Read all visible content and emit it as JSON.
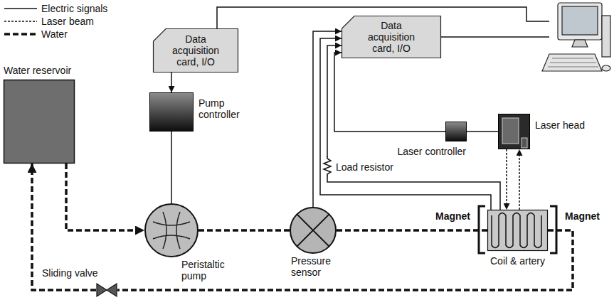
{
  "diagram": {
    "nodes": [
      {
        "text": [
          "Data acquisition card, I/O"
        ]
      },
      {
        "text": [
          "Data acquisition card, I/O"
        ]
      },
      {
        "text": [
          "Pump controller"
        ]
      },
      {
        "text": [
          "Water reservoir"
        ]
      },
      {
        "text": [
          "Peristaltic pump"
        ]
      },
      {
        "text": [
          "Pressure sensor"
        ]
      },
      {
        "text": [
          "Laser head"
        ]
      },
      {
        "text": [
          "Laser controller"
        ]
      },
      {
        "text": [
          "Coil & artery"
        ]
      },
      {
        "text": [
          "Sliding valve"
        ]
      }
    ],
    "edges": [
      {
        "from": 0,
        "to": 2,
        "arrow": "to"
      },
      {
        "from": 2,
        "to": 4,
        "arrow": "none"
      },
      {
        "from": 3,
        "to": 4,
        "arrow": "to"
      },
      {
        "from": 4,
        "to": 5,
        "arrow": "none"
      },
      {
        "from": 5,
        "to": 8,
        "arrow": "none"
      },
      {
        "from": 8,
        "to": 9,
        "arrow": "none"
      },
      {
        "from": 9,
        "to": 3,
        "arrow": "to"
      },
      {
        "from": 5,
        "to": 1,
        "arrow": "to"
      },
      {
        "from": 8,
        "to": 1,
        "arrow": "to"
      },
      {
        "from": 8,
        "to": 1,
        "arrow": "to"
      },
      {
        "from": 7,
        "to": 1,
        "arrow": "to"
      },
      {
        "from": 6,
        "to": 7,
        "arrow": "none"
      },
      {
        "from": 6,
        "to": 8,
        "arrow": "to"
      },
      {
        "from": 8,
        "to": 6,
        "arrow": "to"
      }
    ],
    "labels": [
      "Load resistor",
      "Magnet",
      "Magnet"
    ],
    "legend": [
      {
        "text": "Electric signals"
      },
      {
        "text": "Laser beam"
      },
      {
        "text": "Water"
      }
    ]
  }
}
